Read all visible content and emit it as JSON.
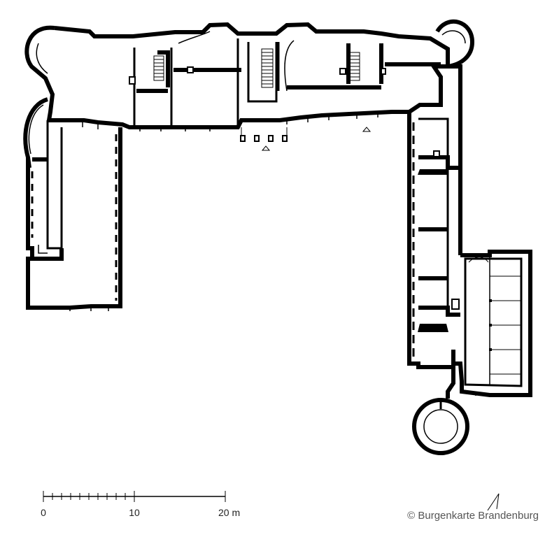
{
  "scale_bar": {
    "labels": [
      "0",
      "10",
      "20 m"
    ]
  },
  "credit": "© Burgenkarte Brandenburg"
}
